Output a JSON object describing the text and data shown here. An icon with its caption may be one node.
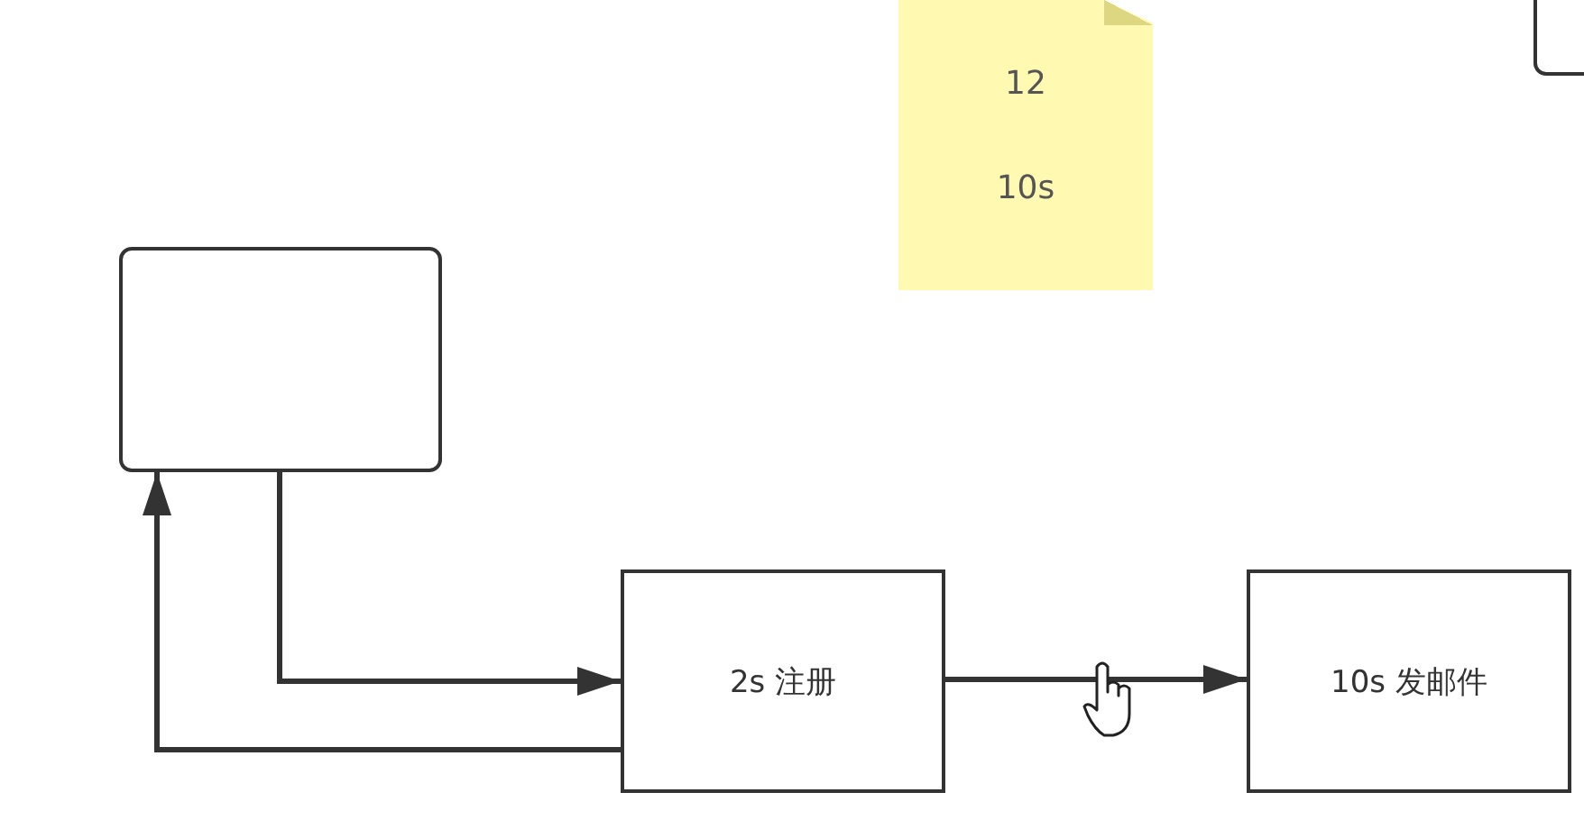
{
  "diagram": {
    "nodes": [
      {
        "text": [
          "12",
          "10s"
        ]
      },
      {
        "text": [],
        "shape": "box"
      },
      {
        "text": [],
        "shape": "box"
      },
      {
        "text": [
          "2s 注册"
        ]
      },
      {
        "text": [
          "10s 发邮件"
        ]
      }
    ],
    "edges": [
      {
        "from": 2,
        "to": 3,
        "arrow": "to"
      },
      {
        "from": 3,
        "to": 2,
        "arrow": "to"
      },
      {
        "from": 3,
        "to": 4,
        "arrow": "to"
      }
    ]
  }
}
